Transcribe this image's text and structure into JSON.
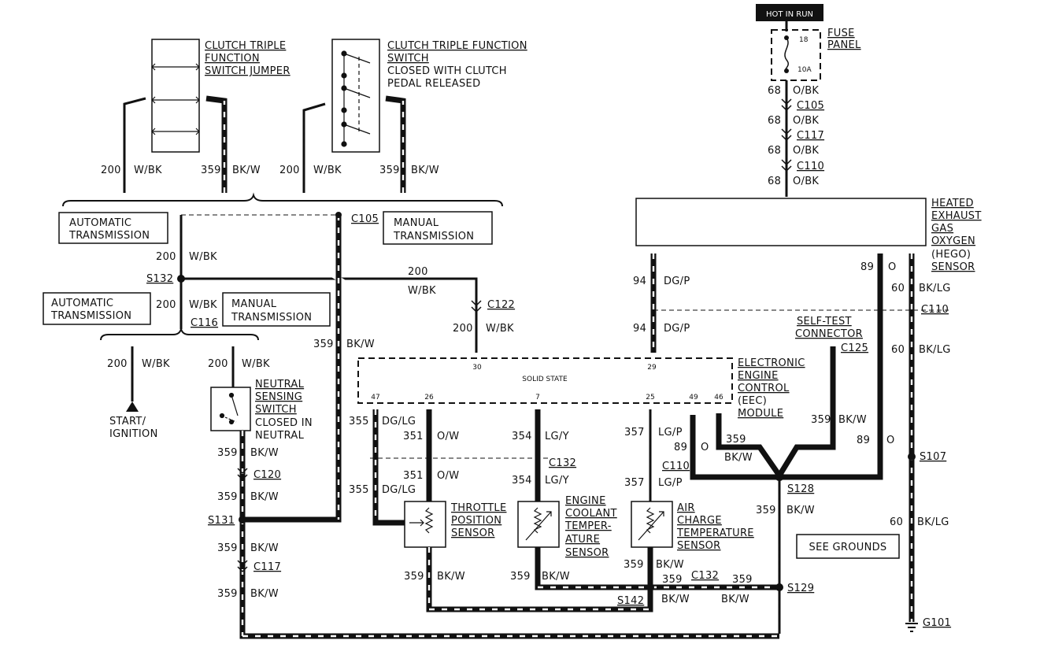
{
  "labels": {
    "hot_in_run": "HOT IN RUN",
    "fuse_num": "18",
    "fuse_amp": "10A",
    "fuse_panel_1": "FUSE",
    "fuse_panel_2": "PANEL",
    "ctfs_jumper_1": "CLUTCH TRIPLE",
    "ctfs_jumper_2": "FUNCTION",
    "ctfs_jumper_3": "SWITCH JUMPER",
    "ctfs_1": "CLUTCH TRIPLE FUNCTION",
    "ctfs_2": "SWITCH",
    "ctfs_3": "CLOSED WITH CLUTCH",
    "ctfs_4": "PEDAL RELEASED",
    "auto_trans_a1": "AUTOMATIC",
    "auto_trans_a2": "TRANSMISSION",
    "man_trans_a1": "MANUAL",
    "man_trans_a2": "TRANSMISSION",
    "auto_trans_b1": "AUTOMATIC",
    "auto_trans_b2": "TRANSMISSION",
    "man_trans_b1": "MANUAL",
    "man_trans_b2": "TRANSMISSION",
    "hego_1": "HEATED",
    "hego_2": "EXHAUST",
    "hego_3": "GAS",
    "hego_4": "OXYGEN",
    "hego_5": "(HEGO)",
    "hego_6": "SENSOR",
    "self_test_1": "SELF-TEST",
    "self_test_2": "CONNECTOR",
    "eec_1": "ELECTRONIC",
    "eec_2": "ENGINE",
    "eec_3": "CONTROL",
    "eec_4": "(EEC)",
    "eec_5": "MODULE",
    "solid_state": "SOLID STATE",
    "start_1": "START/",
    "start_2": "IGNITION",
    "nss_1": "NEUTRAL",
    "nss_2": "SENSING",
    "nss_3": "SWITCH",
    "nss_4": "CLOSED IN",
    "nss_5": "NEUTRAL",
    "tps_1": "THROTTLE",
    "tps_2": "POSITION",
    "tps_3": "SENSOR",
    "ect_1": "ENGINE",
    "ect_2": "COOLANT",
    "ect_3": "TEMPER-",
    "ect_4": "ATURE",
    "ect_5": "SENSOR",
    "act_1": "AIR",
    "act_2": "CHARGE",
    "act_3": "TEMPERATURE",
    "act_4": "SENSOR",
    "see_grounds": "SEE GROUNDS"
  },
  "connectors": {
    "c105_top": "C105",
    "c117_top": "C117",
    "c110_top": "C110",
    "c105_mid": "C105",
    "c116": "C116",
    "c122": "C122",
    "c110_right": "C110",
    "c125": "C125",
    "c120": "C120",
    "c117_bottom": "C117",
    "c132_mid": "C132",
    "c110_mid": "C110",
    "c132_bottom": "C132"
  },
  "splices": {
    "s132": "S132",
    "s131": "S131",
    "s128": "S128",
    "s107": "S107",
    "s129": "S129",
    "s142": "S142",
    "g101": "G101"
  },
  "pins": {
    "p30": "30",
    "p29": "29",
    "p47": "47",
    "p26": "26",
    "p7": "7",
    "p25": "25",
    "p49": "49",
    "p46": "46"
  },
  "wires": {
    "w68": "68",
    "obk": "O/BK",
    "w200": "200",
    "wbk": "W/BK",
    "w359": "359",
    "bkw": "BK/W",
    "w94": "94",
    "dgp": "DG/P",
    "w89": "89",
    "o": "O",
    "w60": "60",
    "bklg": "BK/LG",
    "w355": "355",
    "dglg": "DG/LG",
    "w351": "351",
    "ow": "O/W",
    "w354": "354",
    "lgy": "LG/Y",
    "w357": "357",
    "lgp": "LG/P"
  }
}
